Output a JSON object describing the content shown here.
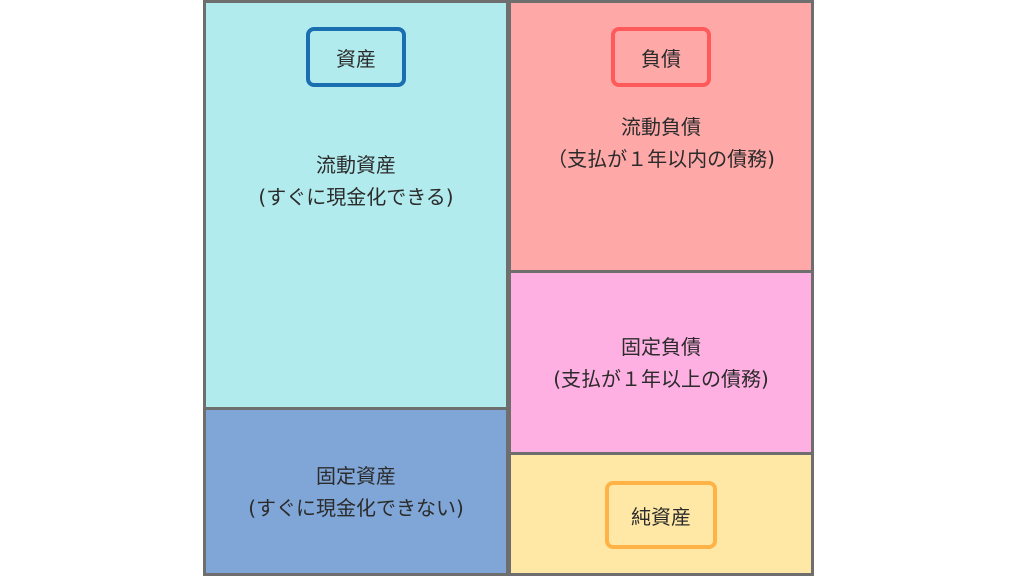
{
  "assets": {
    "header": "資産",
    "header_color": "#1a6fb0",
    "current": {
      "line1": "流動資産",
      "line2": "(すぐに現金化できる)",
      "color": "#b2ebee"
    },
    "fixed": {
      "line1": "固定資産",
      "line2": "(すぐに現金化できない)",
      "color": "#7fa6d7"
    }
  },
  "liabilities": {
    "header": "負債",
    "header_color": "#ff5a5a",
    "current": {
      "line1": "流動負債",
      "line2": "（支払が１年以内の債務)",
      "color": "#ffa8a8"
    },
    "fixed": {
      "line1": "固定負債",
      "line2": "(支払が１年以上の債務)",
      "color": "#ffb0e3"
    }
  },
  "net_assets": {
    "header": "純資産",
    "header_color": "#ffb347",
    "color": "#ffe8a6"
  }
}
